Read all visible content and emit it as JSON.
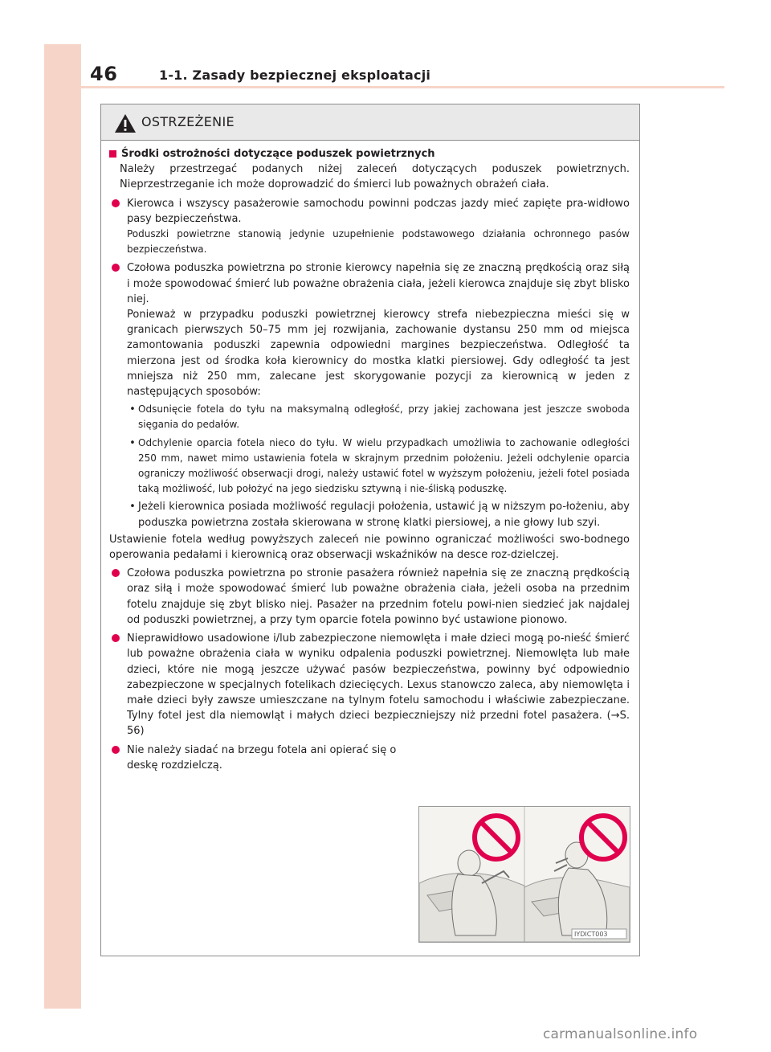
{
  "header": {
    "page_number": "46",
    "chapter_title": "1-1. Zasady bezpiecznej eksploatacji"
  },
  "warning": {
    "title": "OSTRZEŻENIE",
    "section_title": "Środki ostrożności dotyczące poduszek powietrznych",
    "intro": "Należy przestrzegać podanych niżej zaleceń dotyczących poduszek powietrznych. Nieprzestrzeganie ich może doprowadzić do śmierci lub poważnych obrażeń ciała.",
    "b1_main": "Kierowca i wszyscy pasażerowie samochodu powinni podczas jazdy mieć zapięte pra-widłowo pasy bezpieczeństwa.",
    "b1_note": "Poduszki powietrzne stanowią jedynie uzupełnienie podstawowego działania ochronnego pasów bezpieczeństwa.",
    "b2_main": "Czołowa poduszka powietrzna po stronie kierowcy napełnia się ze znaczną prędkością oraz siłą i może spowodować śmierć lub poważne obrażenia ciała, jeżeli kierowca znajduje się zbyt blisko niej.",
    "b2_note": "Ponieważ w przypadku poduszki powietrznej kierowcy strefa niebezpieczna mieści się w granicach pierwszych 50–75 mm jej rozwijania, zachowanie dystansu 250 mm od miejsca zamontowania poduszki zapewnia odpowiedni margines bezpieczeństwa. Odległość ta mierzona jest od środka koła kierownicy do mostka klatki piersiowej. Gdy odległość ta jest mniejsza niż 250 mm, zalecane jest skorygowanie pozycji za kierownicą w jeden z następujących sposobów:",
    "sub1": "Odsunięcie fotela do tyłu na maksymalną odległość, przy jakiej zachowana jest jeszcze swoboda sięgania do pedałów.",
    "sub2": "Odchylenie oparcia fotela nieco do tyłu. W wielu przypadkach umożliwia to zachowanie odległości 250 mm, nawet mimo ustawienia fotela w skrajnym przednim położeniu. Jeżeli odchylenie oparcia ograniczy możliwość obserwacji drogi, należy ustawić fotel w wyższym położeniu, jeżeli fotel posiada taką możliwość, lub położyć na jego siedzisku sztywną i nie-śliską poduszkę.",
    "sub3": "Jeżeli kierownica posiada możliwość regulacji położenia, ustawić ją w niższym po-łożeniu, aby poduszka powietrzna została skierowana w stronę klatki piersiowej, a nie głowy lub szyi.",
    "setting_note": "Ustawienie fotela według powyższych zaleceń nie powinno ograniczać możliwości swo-bodnego operowania pedałami i kierownicą oraz obserwacji wskaźników na desce roz-dzielczej.",
    "b3": "Czołowa poduszka powietrzna po stronie pasażera również napełnia się ze znaczną prędkością oraz siłą i może spowodować śmierć lub poważne obrażenia ciała, jeżeli osoba na przednim fotelu znajduje się zbyt blisko niej. Pasażer na przednim fotelu powi-nien siedzieć jak najdalej od poduszki powietrznej, a przy tym oparcie fotela powinno być ustawione pionowo.",
    "b4": "Nieprawidłowo usadowione i/lub zabezpieczone niemowlęta i małe dzieci mogą po-nieść śmierć lub poważne obrażenia ciała w wyniku odpalenia poduszki powietrznej. Niemowlęta lub małe dzieci, które nie mogą jeszcze używać pasów bezpieczeństwa, powinny być odpowiednio zabezpieczone w specjalnych fotelikach dziecięcych. Lexus stanowczo zaleca, aby niemowlęta i małe dzieci były zawsze umieszczane na tylnym fotelu samochodu i właściwie zabezpieczane. Tylny fotel jest dla niemowląt i małych dzieci bezpieczniejszy niż przedni fotel pasażera. (→S. 56)",
    "b5": "Nie należy siadać na brzegu fotela ani opierać się o deskę rozdzielczą.",
    "sub_mark": "•"
  },
  "illustration": {
    "code": "IYDICT003"
  },
  "watermark": "carmanualsonline.info",
  "colors": {
    "accent": "#e0004d",
    "side_strip": "#f6d5c8",
    "header_bg": "#e9e9e9"
  }
}
